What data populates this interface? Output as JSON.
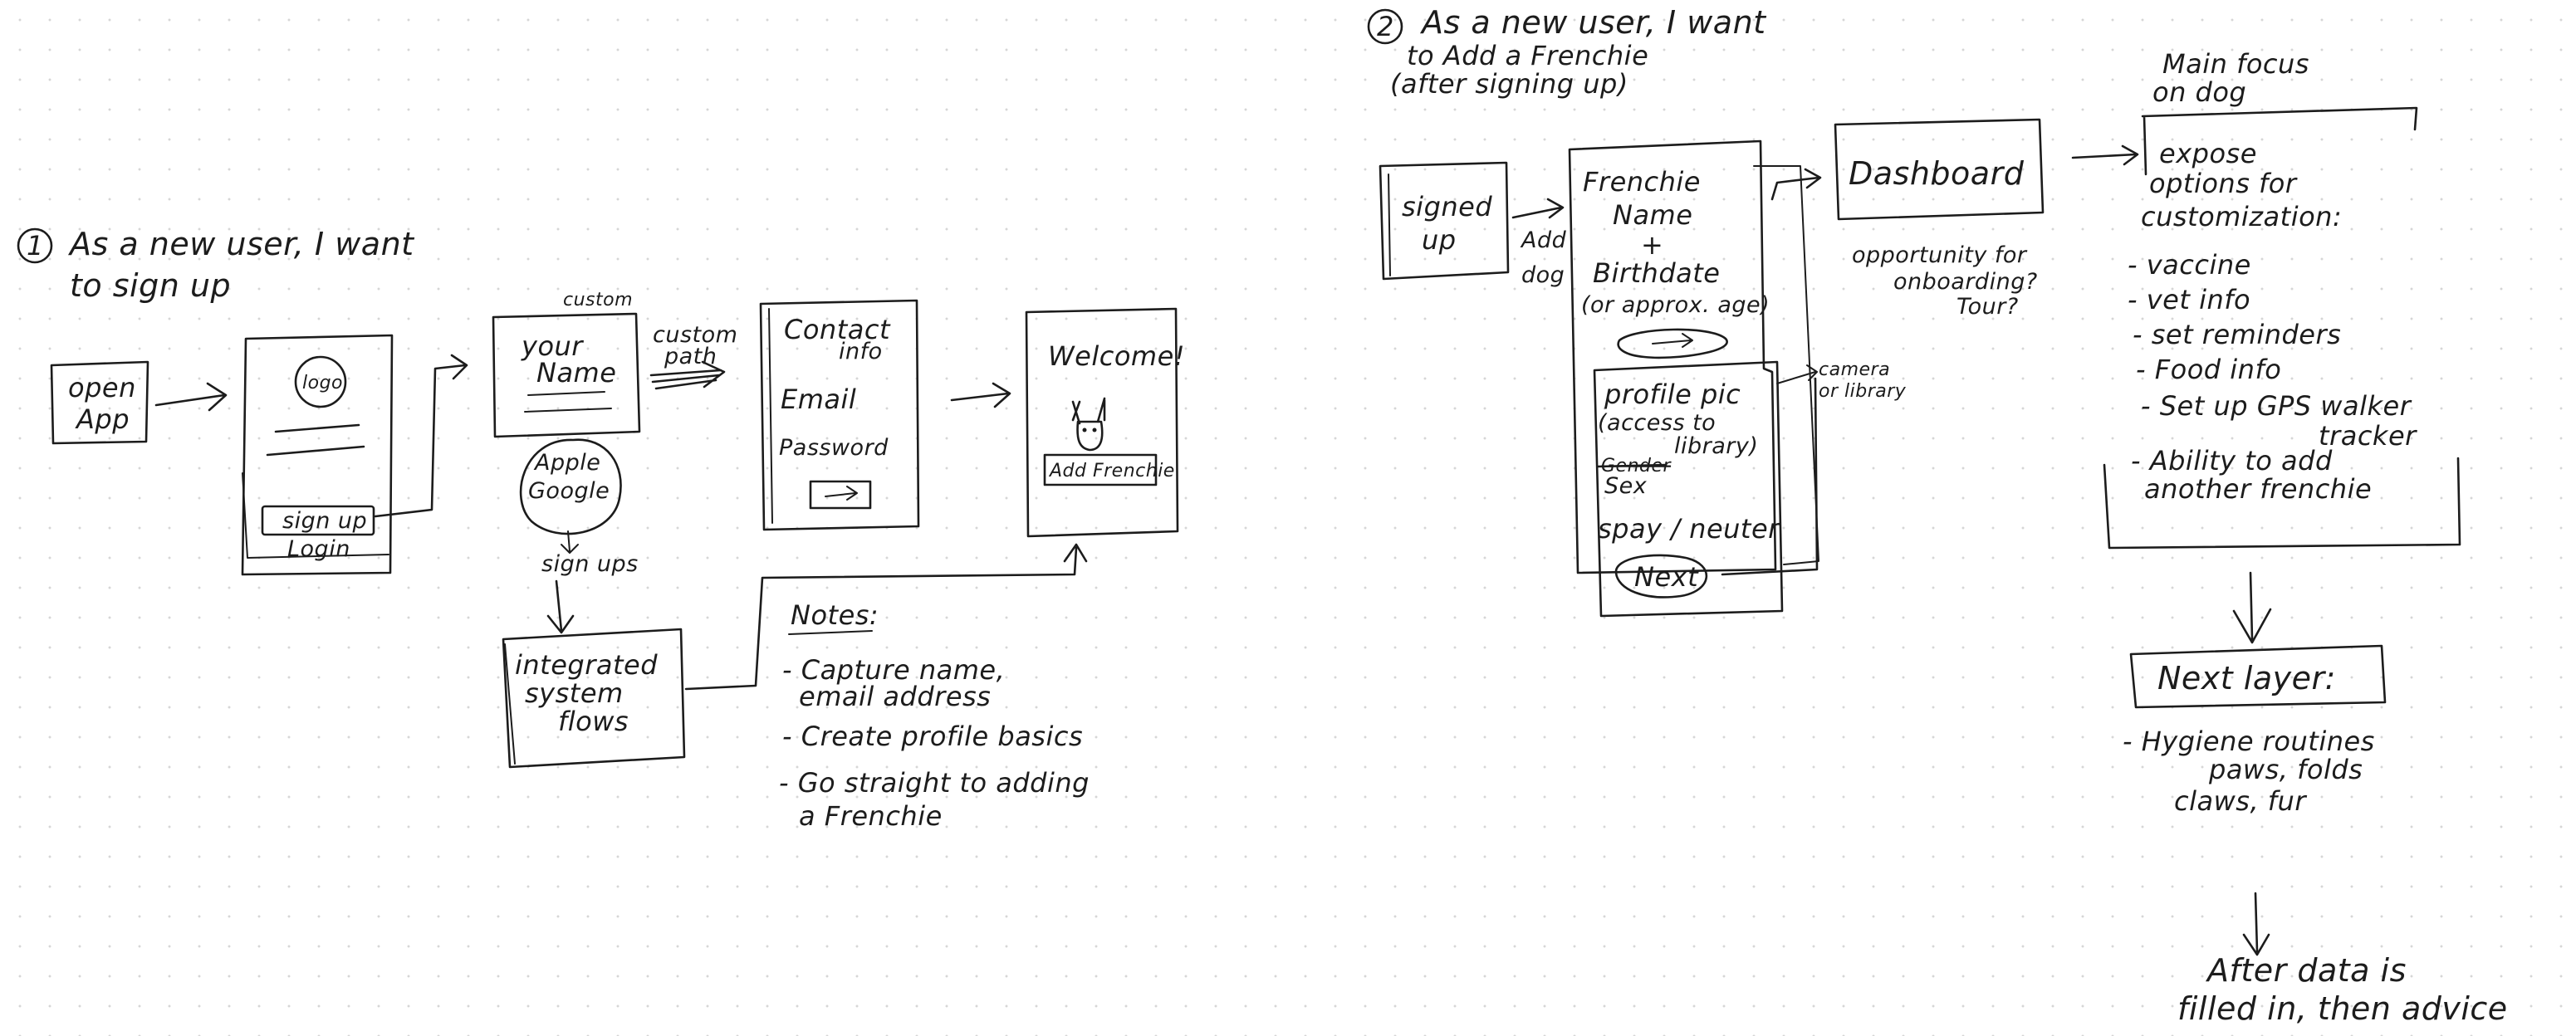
{
  "flow1": {
    "number": "1",
    "heading_line1": "As a new user, I want",
    "heading_line2": "to sign up",
    "open_app_line1": "open",
    "open_app_line2": "App",
    "logo": "logo",
    "signup_button": "sign up",
    "login_label": "Login",
    "custom_label": "custom",
    "your_name_line1": "your",
    "your_name_line2": "Name",
    "custom_path_line1": "custom",
    "custom_path_line2": "path",
    "apple_label": "Apple",
    "google_label": "Google",
    "signups_label": "sign ups",
    "contact_info_line1": "Contact",
    "contact_info_line2": "info",
    "email_label": "Email",
    "password_label": "Password",
    "welcome_label": "Welcome!",
    "add_frenchie_button": "Add Frenchie",
    "integrated_line1": "integrated",
    "integrated_line2": "system",
    "integrated_line3": "flows",
    "notes_title": "Notes:",
    "note1_line1": "- Capture name,",
    "note1_line2": "email address",
    "note2_line1": "- Create profile basics",
    "note3_line1": "- Go straight to adding",
    "note3_line2": "a Frenchie"
  },
  "flow2": {
    "number": "2",
    "heading_line1": "As a new user, I want",
    "heading_line2": "to Add a Frenchie",
    "heading_line3": "(after signing up)",
    "signed_up_line1": "signed",
    "signed_up_line2": "up",
    "add_dog_line1": "Add",
    "add_dog_line2": "dog",
    "form_name_line1": "Frenchie",
    "form_name_line2": "Name",
    "form_plus": "+",
    "form_birth": "Birthdate",
    "form_age": "(or approx. age)",
    "profile_pic_line1": "profile pic",
    "profile_pic_line2": "(access to",
    "profile_pic_line3": "library)",
    "gender_struck": "Gender",
    "sex_label": "Sex",
    "spay_neuter": "spay / neuter",
    "next_button": "Next",
    "camera_line1": "camera",
    "camera_line2": "or library",
    "dashboard": "Dashboard",
    "tour_line1": "opportunity for",
    "tour_line2": "onboarding?",
    "tour_line3": "Tour?",
    "focus_line1": "Main focus",
    "focus_line2": "on dog",
    "expose_line1": "expose",
    "expose_line2": "options for",
    "expose_line3": "customization:",
    "opt_vaccine": "- vaccine",
    "opt_vet": "- vet info",
    "opt_reminders": "- set reminders",
    "opt_food": "- Food info",
    "opt_gps_line1": "- Set up GPS walker",
    "opt_gps_line2": "tracker",
    "opt_another_line1": "- Ability to add",
    "opt_another_line2": "another frenchie",
    "next_layer": "Next layer:",
    "hygiene_line1": "- Hygiene routines",
    "hygiene_line2": "paws, folds",
    "hygiene_line3": "claws, fur",
    "after_line1": "After data is",
    "after_line2": "filled in, then advice"
  }
}
